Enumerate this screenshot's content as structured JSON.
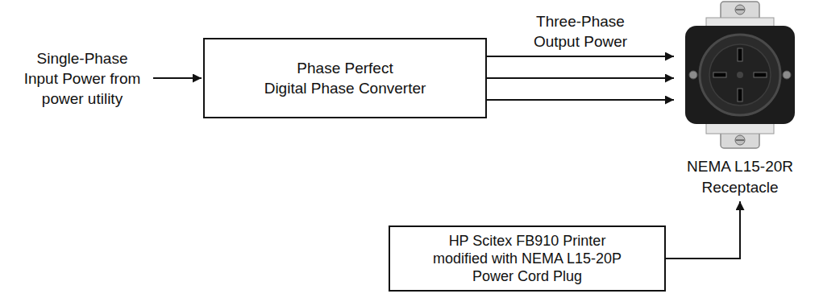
{
  "diagram": {
    "nodes": [
      {
        "text": [
          "Phase Perfect",
          "Digital Phase Converter"
        ]
      },
      {
        "text": [
          "NEMA L15-20R Receptacle"
        ]
      },
      {
        "text": [
          "HP Scitex FB910 Printer",
          "modified with NEMA L15-20P Power Cord Plug"
        ]
      }
    ],
    "edges": [
      {
        "from": 0,
        "to": 1,
        "arrow": "to",
        "label": "Three-Phase Output Power"
      },
      {
        "from": 0,
        "to": 1,
        "arrow": "to"
      },
      {
        "from": 0,
        "to": 1,
        "arrow": "to"
      },
      {
        "from": 2,
        "to": 1,
        "arrow": "to"
      }
    ],
    "labels": [
      "Single-Phase Input Power from power utility"
    ]
  }
}
